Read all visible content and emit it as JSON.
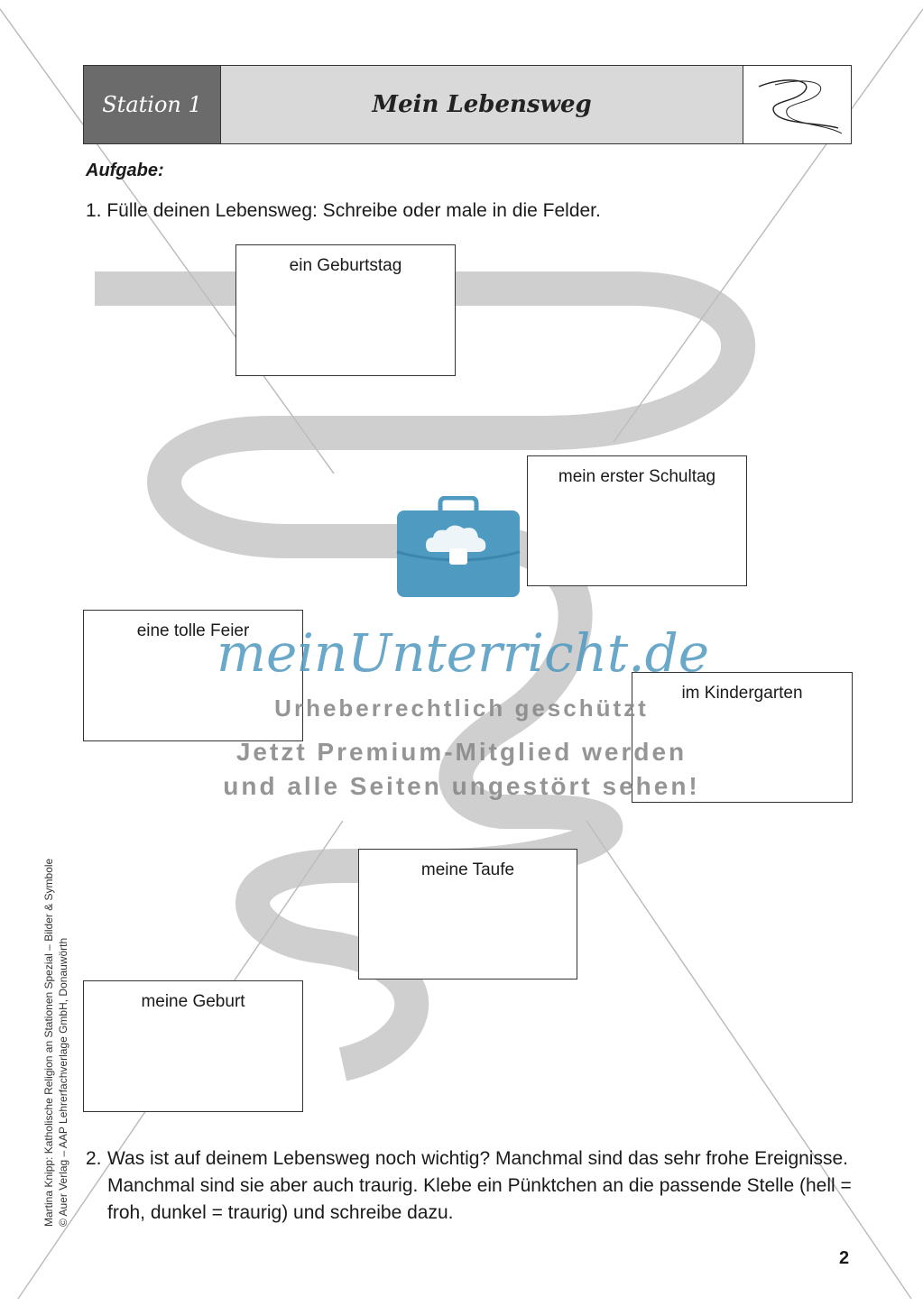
{
  "header": {
    "station": "Station 1",
    "title": "Mein Lebensweg"
  },
  "aufgabe": "Aufgabe:",
  "task1": "1. Fülle deinen Lebensweg: Schreibe oder male in die Felder.",
  "fields": [
    "ein Geburtstag",
    "mein erster Schultag",
    "eine tolle Feier",
    "im Kindergarten",
    "meine Taufe",
    "meine Geburt"
  ],
  "task2": {
    "number": "2.",
    "text": "Was ist auf deinem Lebensweg noch wichtig? Manchmal sind das sehr frohe Ereignisse. Manchmal sind sie aber auch traurig. Klebe ein Pünktchen an die passende Stelle (hell = froh, dunkel = traurig) und schreibe dazu."
  },
  "watermark": {
    "brand": "meinUnterricht.de",
    "line1": "Urheberrechtlich geschützt",
    "line2": "Jetzt Premium-Mitglied werden",
    "line3": "und alle Seiten ungestört sehen!"
  },
  "credit": {
    "line1": "Martina Knipp: Katholische Religion an Stationen Spezial – Bilder & Symbole",
    "line2": "© Auer Verlag – AAP Lehrerfachverlage GmbH, Donauwörth"
  },
  "page_number": "2",
  "colors": {
    "path": "#cfcfcf",
    "watermark_blue": "#4f9ac0",
    "station_bg": "#6b6b6b"
  }
}
